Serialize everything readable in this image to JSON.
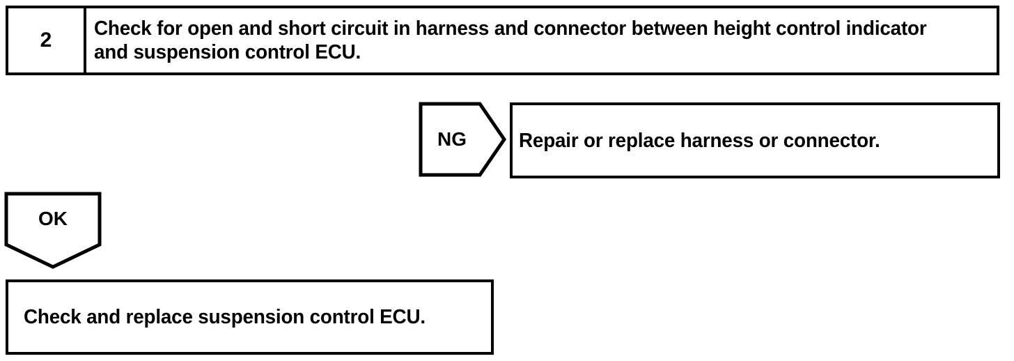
{
  "diagram": {
    "type": "troubleshooting-flowchart",
    "colors": {
      "stroke": "#000000",
      "fill": "#ffffff",
      "text": "#000000"
    },
    "step": {
      "number": "2",
      "instruction": "Check for open and short circuit in harness and connector between height control indicator and suspension control ECU."
    },
    "branch_ng": {
      "label": "NG",
      "result": "Repair or replace harness or connector."
    },
    "branch_ok": {
      "label": "OK",
      "result": "Check and replace suspension control ECU."
    }
  }
}
